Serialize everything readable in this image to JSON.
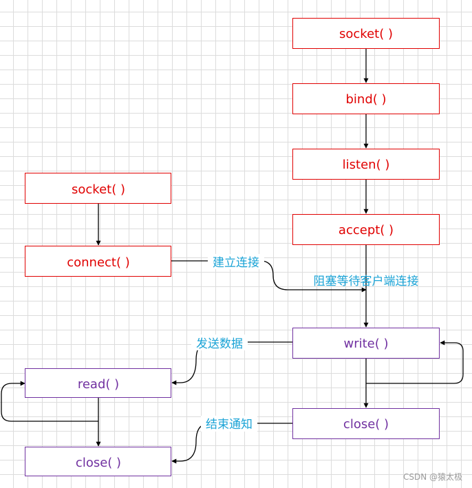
{
  "colors": {
    "red": "#e00000",
    "purple": "#7030a0",
    "label": "#1aa3d6",
    "line": "#000000"
  },
  "server": {
    "socket": "socket( )",
    "bind": "bind( )",
    "listen": "listen( )",
    "accept": "accept( )",
    "write": "write( )",
    "close": "close( )"
  },
  "client": {
    "socket": "socket( )",
    "connect": "connect( )",
    "read": "read( )",
    "close": "close( )"
  },
  "labels": {
    "establish": "建立连接",
    "blocking": "阻塞等待客户端连接",
    "send": "发送数据",
    "end": "结束通知"
  },
  "watermark": "CSDN @猿太极"
}
